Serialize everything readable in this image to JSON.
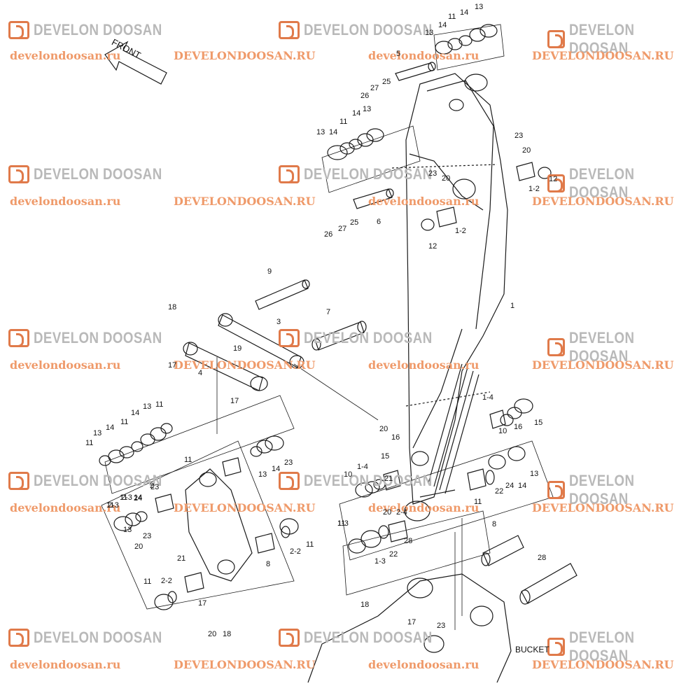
{
  "watermark": {
    "brand": "DEVELON DOOSAN",
    "url_upper": "DEVELONDOOSAN.RU",
    "url_lower": "develondoosan.ru"
  },
  "diagram": {
    "front_label": "FRONT",
    "bucket_label": "BUCKET",
    "callouts": [
      "13",
      "14",
      "11",
      "14",
      "13",
      "5",
      "27",
      "25",
      "26",
      "13",
      "14",
      "11",
      "14",
      "13",
      "23",
      "20",
      "1-2",
      "12",
      "23",
      "20",
      "1-2",
      "12",
      "6",
      "25",
      "27",
      "26",
      "9",
      "18",
      "3",
      "7",
      "1",
      "19",
      "17",
      "4",
      "17",
      "1-4",
      "16",
      "10",
      "15",
      "11",
      "13",
      "14",
      "11",
      "14",
      "13",
      "11",
      "13",
      "11",
      "14",
      "2-3",
      "2",
      "11",
      "13",
      "14",
      "23",
      "20",
      "16",
      "1-4",
      "15",
      "10",
      "21",
      "1-3",
      "11",
      "22",
      "24",
      "14",
      "13",
      "11",
      "2-3",
      "24",
      "23",
      "20",
      "20",
      "23",
      "2-4",
      "21",
      "11",
      "22",
      "1-3",
      "28",
      "11",
      "2-2",
      "8",
      "8",
      "28",
      "11",
      "2-2",
      "17",
      "18",
      "17",
      "23",
      "20",
      "18"
    ]
  },
  "colors": {
    "line": "#1a1a1a",
    "watermark_orange": "#e07a4a",
    "watermark_gray": "#b9b9b9"
  }
}
